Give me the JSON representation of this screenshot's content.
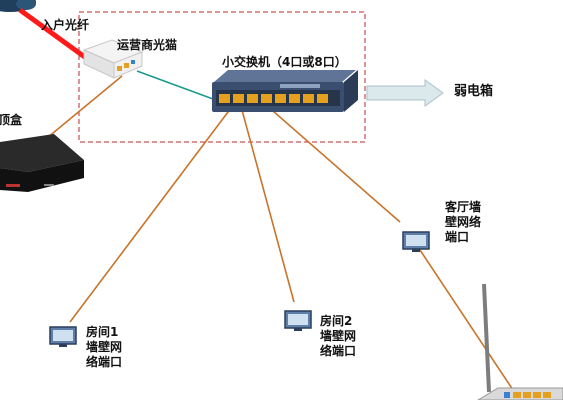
{
  "labels": {
    "fiber_in": "入户光纤",
    "isp_modem": "运营商光猫",
    "small_switch": "小交换机（4口或8口）",
    "weak_current_box": "弱电箱",
    "iptv_box": "机顶盒",
    "living_room_port": "客厅墙\n壁网络\n端口",
    "room1_port": "房间1\n墙壁网\n络端口",
    "room2_port": "房间2\n墙壁网\n络端口"
  },
  "colors": {
    "fiber": "#ff1a1a",
    "ethernet": "#c8742a",
    "uplink": "#1a9a8e",
    "dashed_box": "#c0282d",
    "arrow": "#dbe8ec",
    "switch_body": "#3a4e70",
    "port": "#e6a020"
  },
  "icons": {
    "cloud": "cloud-icon",
    "modem": "modem-icon",
    "switch": "switch-icon",
    "set_top_box": "set-top-box-icon",
    "monitor": "monitor-icon",
    "router": "router-icon",
    "arrow": "arrow-right-icon"
  }
}
